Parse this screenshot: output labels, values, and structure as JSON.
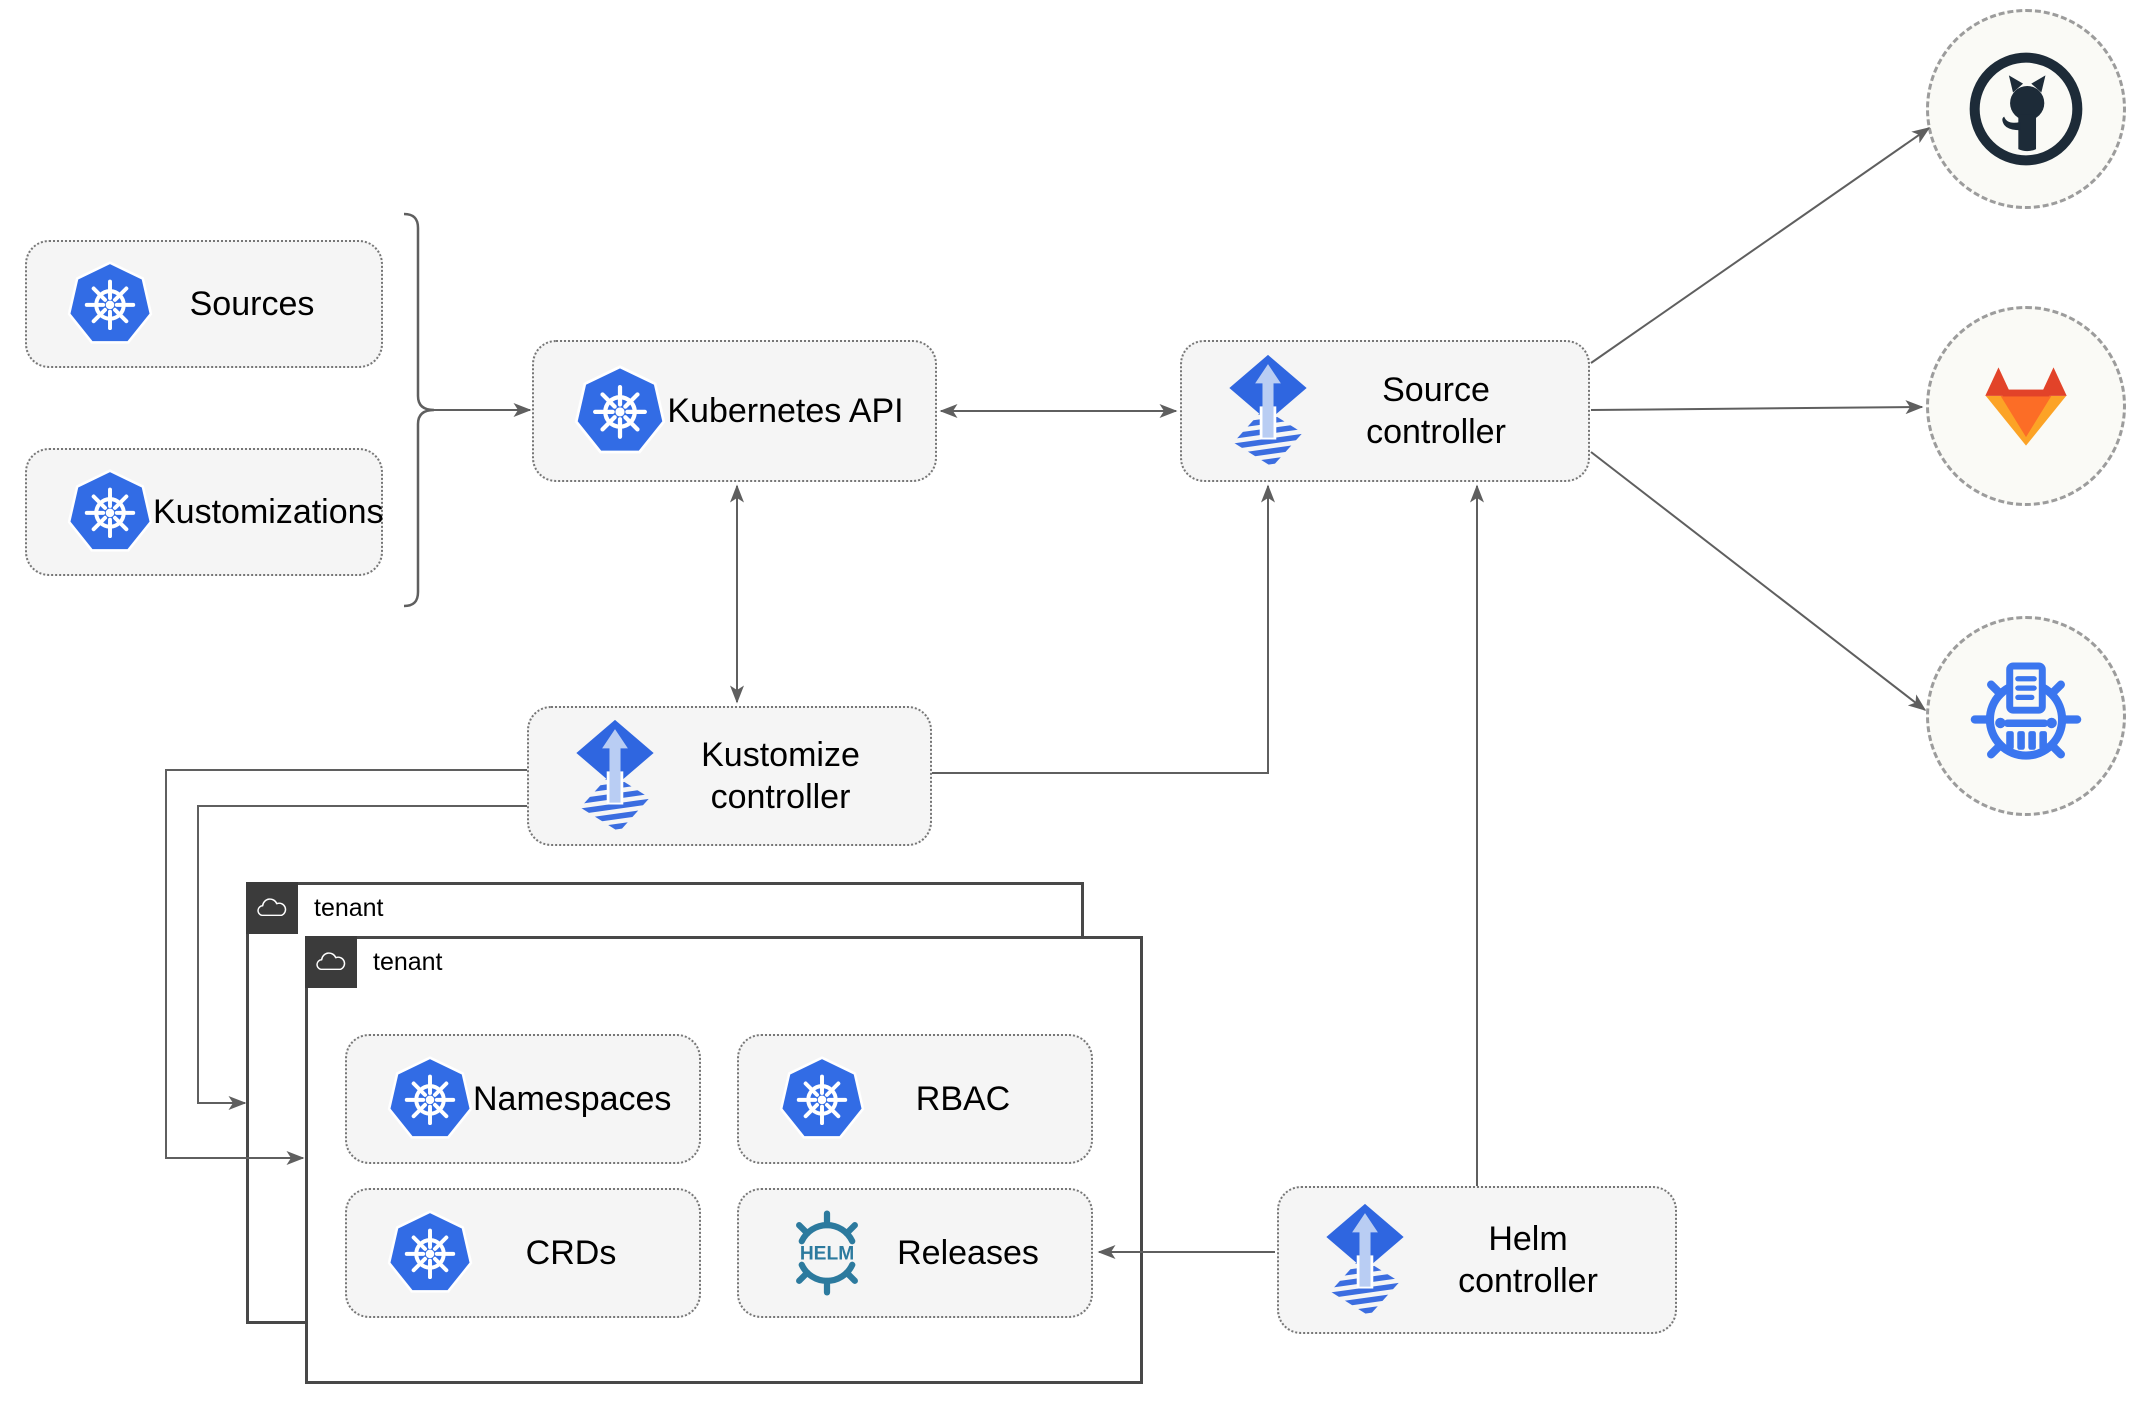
{
  "nodes": {
    "sources": "Sources",
    "kustomizations": "Kustomizations",
    "kubernetes_api": "Kubernetes API",
    "source_controller": "Source\ncontroller",
    "kustomize_controller": "Kustomize\ncontroller",
    "helm_controller": "Helm\ncontroller",
    "namespaces": "Namespaces",
    "rbac": "RBAC",
    "crds": "CRDs",
    "releases": "Releases"
  },
  "tenants": {
    "back": "tenant",
    "front": "tenant"
  },
  "logos": {
    "helm_wordmark": "HELM"
  },
  "remotes": [
    {
      "icon": "github-icon"
    },
    {
      "icon": "gitlab-icon"
    },
    {
      "icon": "helm-repository-icon"
    }
  ],
  "colors": {
    "kubernetes_blue": "#326ce5",
    "flux_blue": "#2f66e0",
    "flux_light_blue": "#b9cdf3",
    "helm_teal": "#2c7a9e",
    "github_dark": "#1d2b38",
    "gitlab_red": "#e24329",
    "gitlab_orange": "#fc6d26",
    "gitlab_amber": "#fca326",
    "chartmuseum_blue": "#3b76ef",
    "edge_gray": "#5f5f5f",
    "node_fill": "#f5f5f5",
    "tenant_border": "#484848",
    "tenant_tab_bg": "#3b3b3b"
  }
}
